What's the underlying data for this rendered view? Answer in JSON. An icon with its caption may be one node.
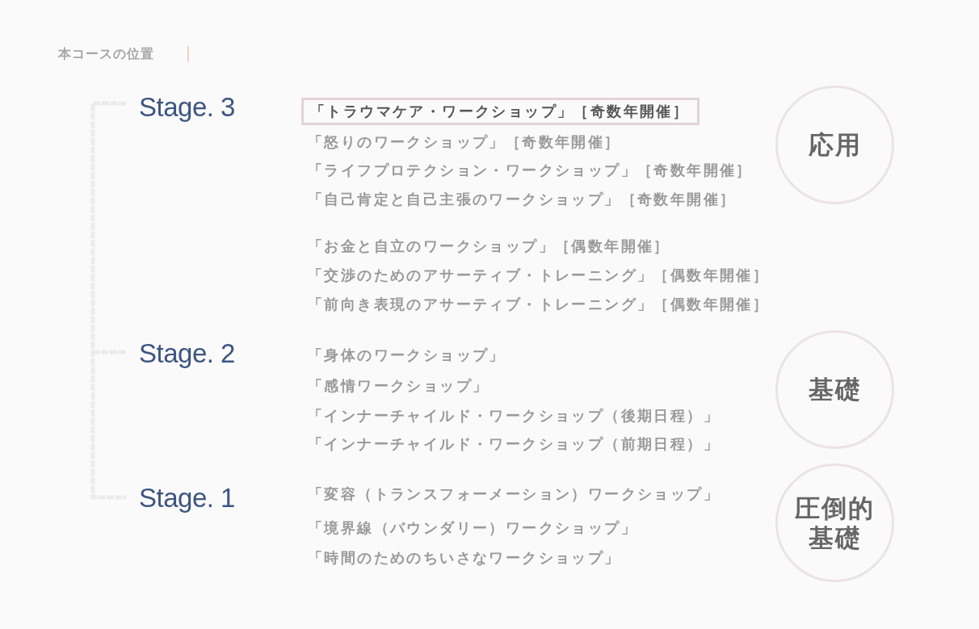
{
  "diagram": {
    "title": "本コースの位置",
    "nodes": [
      {
        "text": [
          "「トラウマケア・ワークショップ」［奇数年開催］"
        ]
      },
      {
        "text": [
          "応用"
        ]
      },
      {
        "text": [
          "基礎"
        ]
      },
      {
        "text": [
          "圧倒的基礎"
        ]
      }
    ],
    "labels": [
      "Stage. 3",
      "「怒りのワークショップ」［奇数年開催］",
      "「ライフプロテクション・ワークショップ」［奇数年開催］",
      "「自己肯定と自己主張のワークショップ」［奇数年開催］",
      "「お金と自立のワークショップ」［偶数年開催］",
      "「交渉のためのアサーティブ・トレーニング」［偶数年開催］",
      "「前向き表現のアサーティブ・トレーニング」［偶数年開催］",
      "Stage. 2",
      "「身体のワークショップ」",
      "「感情ワークショップ」",
      "「インナーチャイルド・ワークショップ（後期日程）」",
      "「インナーチャイルド・ワークショップ（前期日程）」",
      "Stage. 1",
      "「変容（トランスフォーメーション）ワークショップ」",
      "「境界線（バウンダリー）ワークショップ」",
      "「時間のためのちいさなワークショップ」"
    ]
  }
}
